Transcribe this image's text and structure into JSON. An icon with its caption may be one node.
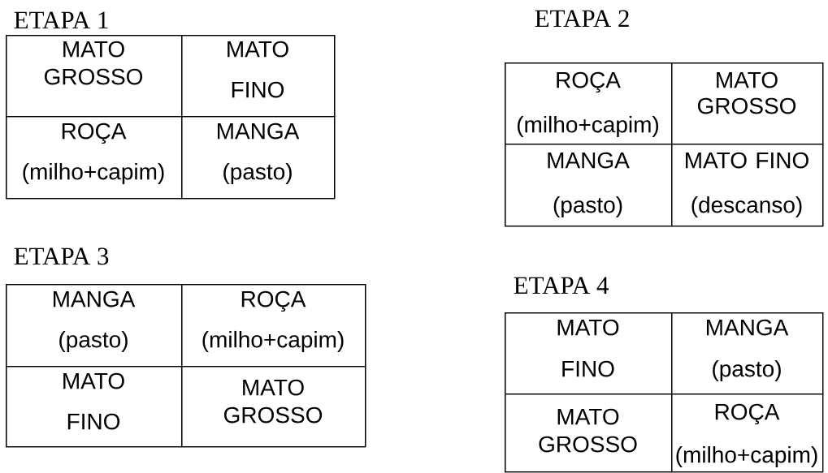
{
  "diagram": {
    "nodes": [
      {
        "text": [
          "ETAPA 1"
        ]
      },
      {
        "text": [
          "MATO GROSSO"
        ],
        "in": 0
      },
      {
        "text": [
          "MATO FINO"
        ],
        "in": 0
      },
      {
        "text": [
          "ROÇA (milho+capim)"
        ],
        "in": 0
      },
      {
        "text": [
          "MANGA (pasto)"
        ],
        "in": 0
      },
      {
        "text": [
          "ETAPA 2"
        ]
      },
      {
        "text": [
          "ROÇA (milho+capim)"
        ],
        "in": 5
      },
      {
        "text": [
          "MATO GROSSO"
        ],
        "in": 5
      },
      {
        "text": [
          "MANGA (pasto)"
        ],
        "in": 5
      },
      {
        "text": [
          "MATO FINO (descanso)"
        ],
        "in": 5
      },
      {
        "text": [
          "ETAPA 3"
        ]
      },
      {
        "text": [
          "MANGA (pasto)"
        ],
        "in": 10
      },
      {
        "text": [
          "ROÇA (milho+capim)"
        ],
        "in": 10
      },
      {
        "text": [
          "MATO FINO"
        ],
        "in": 10
      },
      {
        "text": [
          "MATO GROSSO"
        ],
        "in": 10
      },
      {
        "text": [
          "ETAPA 4"
        ]
      },
      {
        "text": [
          "MATO FINO"
        ],
        "in": 15
      },
      {
        "text": [
          "MANGA (pasto)"
        ],
        "in": 15
      },
      {
        "text": [
          "MATO GROSSO"
        ],
        "in": 15
      },
      {
        "text": [
          "ROÇA (milho+capim)"
        ],
        "in": 15
      }
    ]
  }
}
